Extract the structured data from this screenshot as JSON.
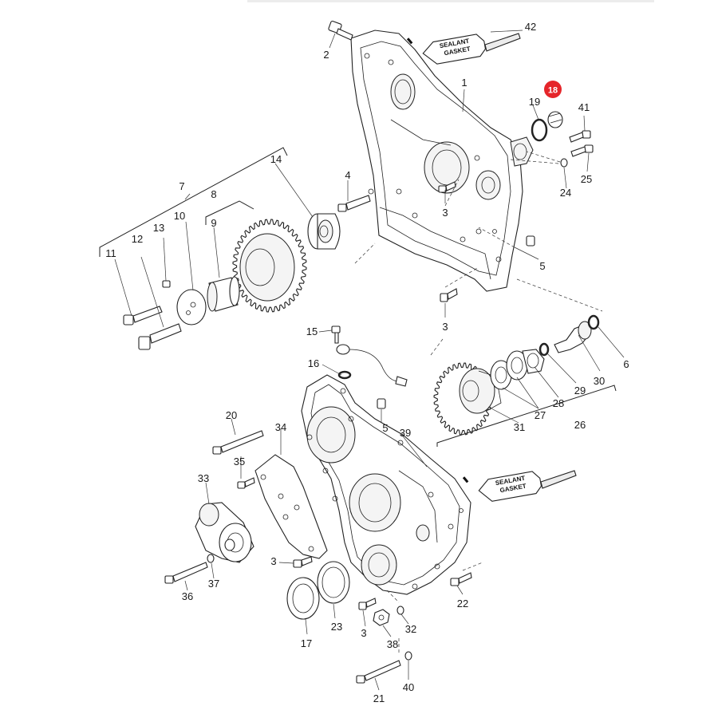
{
  "highlight_color": "#e5252a",
  "callouts": [
    {
      "id": "c1",
      "text": "1"
    },
    {
      "id": "c2",
      "text": "2"
    },
    {
      "id": "c3a",
      "text": "3"
    },
    {
      "id": "c3b",
      "text": "3"
    },
    {
      "id": "c3c",
      "text": "3"
    },
    {
      "id": "c3d",
      "text": "3"
    },
    {
      "id": "c4",
      "text": "4"
    },
    {
      "id": "c5a",
      "text": "5"
    },
    {
      "id": "c5b",
      "text": "5"
    },
    {
      "id": "c6",
      "text": "6"
    },
    {
      "id": "c7",
      "text": "7"
    },
    {
      "id": "c8",
      "text": "8"
    },
    {
      "id": "c9",
      "text": "9"
    },
    {
      "id": "c10",
      "text": "10"
    },
    {
      "id": "c11",
      "text": "11"
    },
    {
      "id": "c12",
      "text": "12"
    },
    {
      "id": "c13",
      "text": "13"
    },
    {
      "id": "c14",
      "text": "14"
    },
    {
      "id": "c15",
      "text": "15"
    },
    {
      "id": "c16",
      "text": "16"
    },
    {
      "id": "c17",
      "text": "17"
    },
    {
      "id": "c19",
      "text": "19"
    },
    {
      "id": "c20",
      "text": "20"
    },
    {
      "id": "c21",
      "text": "21"
    },
    {
      "id": "c22",
      "text": "22"
    },
    {
      "id": "c23",
      "text": "23"
    },
    {
      "id": "c24",
      "text": "24"
    },
    {
      "id": "c25",
      "text": "25"
    },
    {
      "id": "c26",
      "text": "26"
    },
    {
      "id": "c27",
      "text": "27"
    },
    {
      "id": "c28",
      "text": "28"
    },
    {
      "id": "c29",
      "text": "29"
    },
    {
      "id": "c30",
      "text": "30"
    },
    {
      "id": "c31",
      "text": "31"
    },
    {
      "id": "c32",
      "text": "32"
    },
    {
      "id": "c33",
      "text": "33"
    },
    {
      "id": "c34",
      "text": "34"
    },
    {
      "id": "c35",
      "text": "35"
    },
    {
      "id": "c36",
      "text": "36"
    },
    {
      "id": "c37",
      "text": "37"
    },
    {
      "id": "c38",
      "text": "38"
    },
    {
      "id": "c39",
      "text": "39"
    },
    {
      "id": "c40",
      "text": "40"
    },
    {
      "id": "c41",
      "text": "41"
    },
    {
      "id": "c42",
      "text": "42"
    }
  ],
  "highlighted_callout": {
    "text": "18"
  },
  "sealant_tube_top": {
    "line1": "SEALANT",
    "line2": "GASKET"
  },
  "sealant_tube_bottom": {
    "line1": "SEALANT",
    "line2": "GASKET"
  }
}
